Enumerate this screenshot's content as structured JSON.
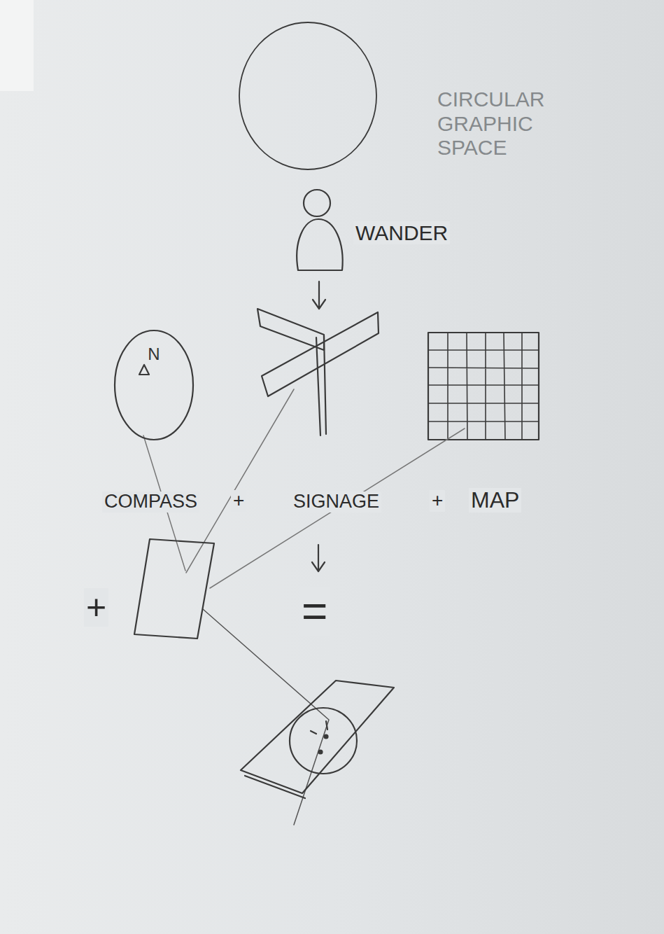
{
  "diagram": {
    "nodes": [
      {
        "text": [
          "CIRCULAR GRAPHIC SPACE"
        ]
      },
      {
        "text": [
          "N"
        ]
      }
    ],
    "labels": [
      "WANDER",
      "COMPASS",
      "+",
      "SIGNAGE",
      "+",
      "MAP",
      "+",
      "="
    ]
  }
}
